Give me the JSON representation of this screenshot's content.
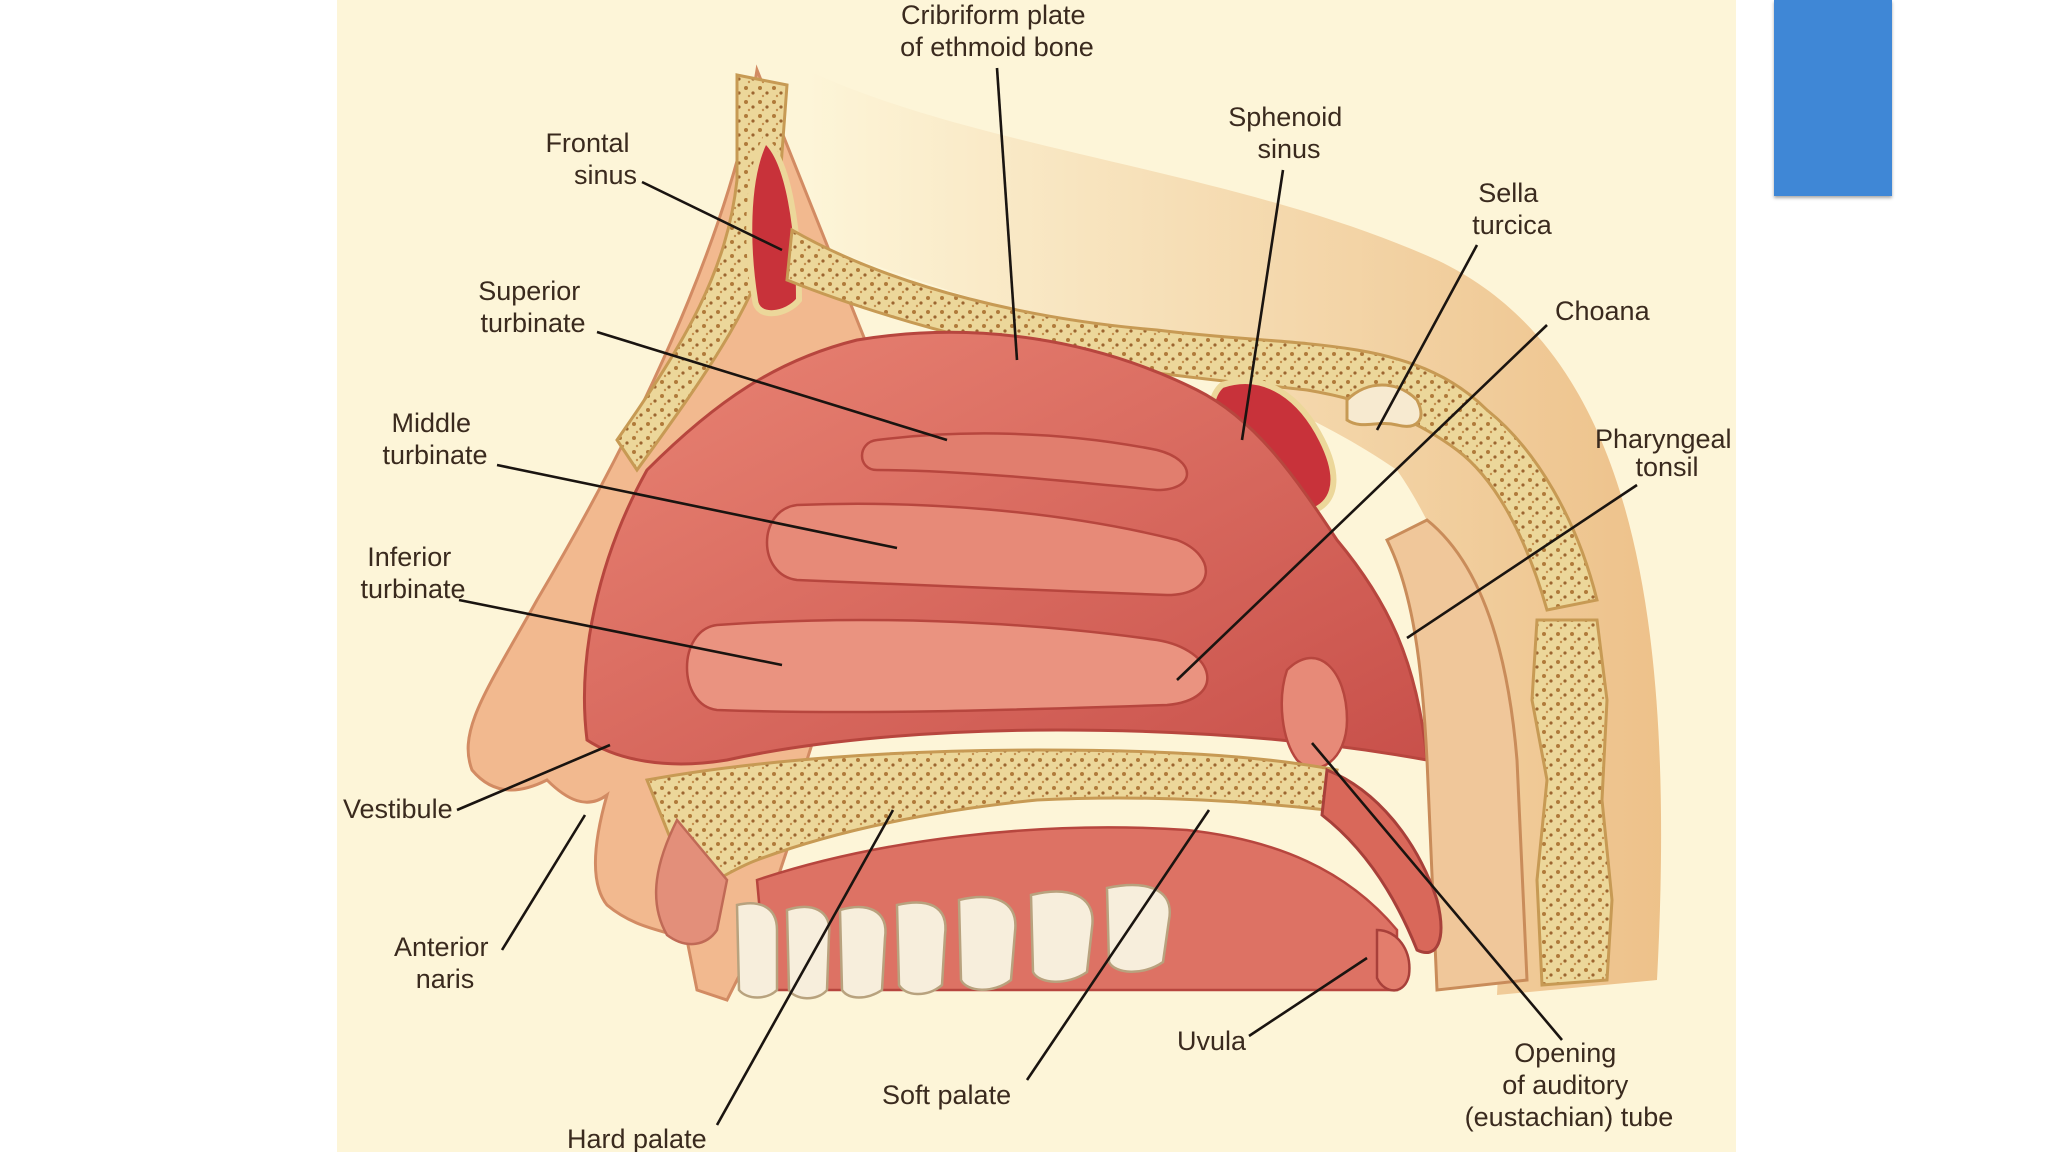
{
  "colors": {
    "background": "#fdf5d8",
    "accent": "#3f87d6",
    "bone": "#ecd79a",
    "mucosa": "#d9685a",
    "sinus": "#c8323a",
    "skin": "#f2b98f",
    "leader": "#1a1410"
  },
  "labels": {
    "cribriform": [
      "Cribriform plate",
      "of ethmoid bone"
    ],
    "frontal_sinus": [
      "Frontal",
      "sinus"
    ],
    "sphenoid_sinus": [
      "Sphenoid",
      "sinus"
    ],
    "sella_turcica": [
      "Sella",
      "turcica"
    ],
    "choana": "Choana",
    "superior_turbinate": [
      "Superior",
      "turbinate"
    ],
    "middle_turbinate": [
      "Middle",
      "turbinate"
    ],
    "inferior_turbinate": [
      "Inferior",
      "turbinate"
    ],
    "pharyngeal_tonsil": [
      "Pharyngeal",
      "tonsil"
    ],
    "vestibule": "Vestibule",
    "anterior_naris": [
      "Anterior",
      "naris"
    ],
    "uvula": "Uvula",
    "opening_auditory": [
      "Opening",
      "of auditory",
      "(eustachian) tube"
    ],
    "soft_palate": "Soft palate",
    "hard_palate": "Hard palate"
  }
}
